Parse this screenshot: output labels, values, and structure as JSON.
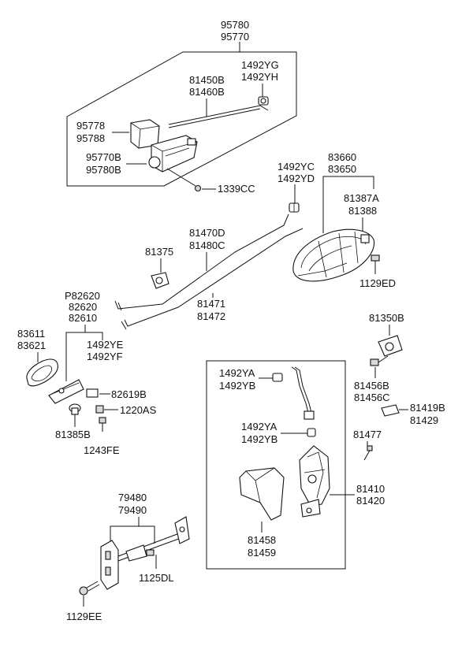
{
  "labels": {
    "l95780": "95780",
    "l95770": "95770",
    "l1492YG": "1492YG",
    "l1492YH": "1492YH",
    "l81450B": "81450B",
    "l81460B": "81460B",
    "l95778": "95778",
    "l95788": "95788",
    "l95770B": "95770B",
    "l95780B": "95780B",
    "l1339CC": "1339CC",
    "l1492YC": "1492YC",
    "l1492YD": "1492YD",
    "l83660": "83660",
    "l83650": "83650",
    "l81387A": "81387A",
    "l81388": "81388",
    "l1129ED": "1129ED",
    "l81470D": "81470D",
    "l81480C": "81480C",
    "l81375": "81375",
    "l81471": "81471",
    "l81472": "81472",
    "lP82620": "P82620",
    "l82620": "82620",
    "l82610": "82610",
    "l83611": "83611",
    "l83621": "83621",
    "l1492YE": "1492YE",
    "l1492YF": "1492YF",
    "l82619B": "82619B",
    "l1220AS": "1220AS",
    "l81385B": "81385B",
    "l1243FE": "1243FE",
    "l81350B": "81350B",
    "l81456B": "81456B",
    "l81456C": "81456C",
    "l81419B": "81419B",
    "l81429": "81429",
    "l81477": "81477",
    "l1492YA_a": "1492YA",
    "l1492YB_a": "1492YB",
    "l1492YA_b": "1492YA",
    "l1492YB_b": "1492YB",
    "l81410": "81410",
    "l81420": "81420",
    "l81458": "81458",
    "l81459": "81459",
    "l79480": "79480",
    "l79490": "79490",
    "l1125DL": "1125DL",
    "l1129EE": "1129EE"
  }
}
